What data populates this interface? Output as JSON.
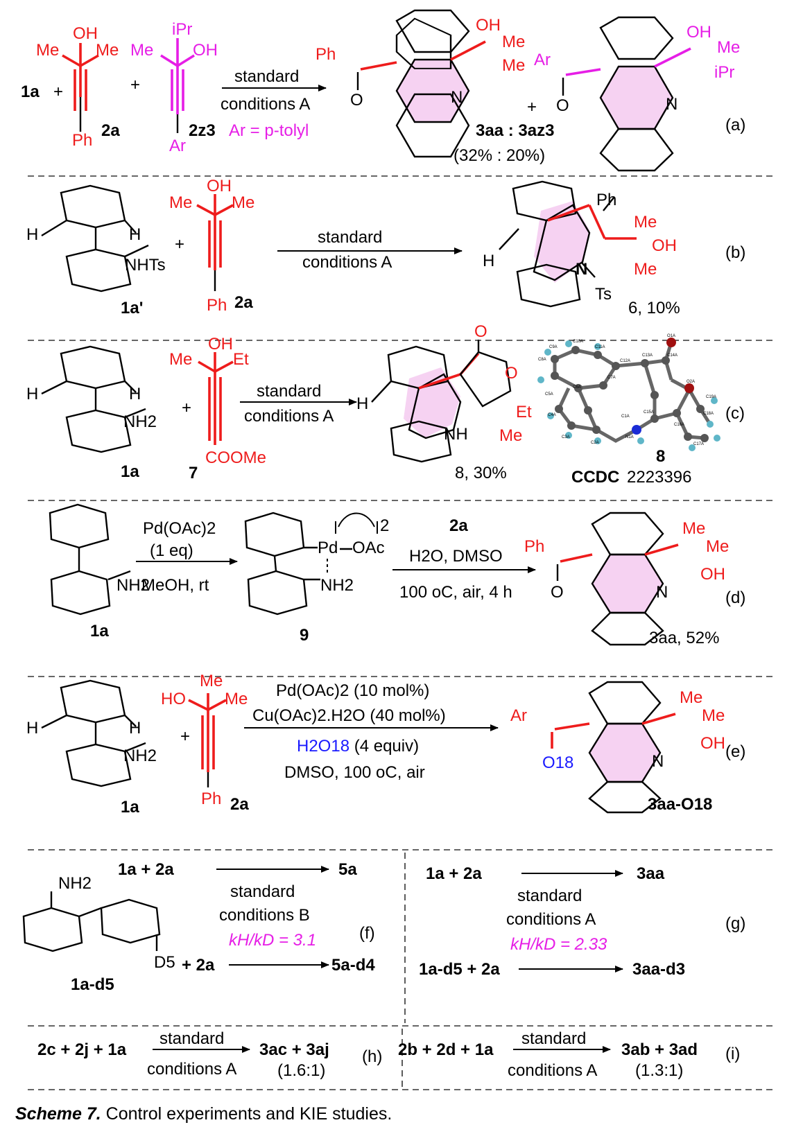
{
  "caption": {
    "label": "Scheme 7.",
    "text": " Control experiments and KIE studies."
  },
  "panels": {
    "a": {
      "tag": "(a)",
      "reactant1": "1a",
      "plus": "+",
      "r2_me1": "Me",
      "r2_oh": "OH",
      "r2_me2": "Me",
      "r2_ph": "Ph",
      "r2_label": "2a",
      "r3_ipr": "iPr",
      "r3_me": "Me",
      "r3_oh": "OH",
      "r3_ar": "Ar",
      "r3_label": "2z3",
      "arrow_top": "standard",
      "arrow_bottom": "conditions A",
      "note": "Ar = p-tolyl",
      "p1_ph": "Ph",
      "p1_o": "O",
      "p1_n": "N",
      "p1_oh": "OH",
      "p1_me1": "Me",
      "p1_me2": "Me",
      "p2_ar": "Ar",
      "p2_o": "O",
      "p2_n": "N",
      "p2_oh": "OH",
      "p2_me": "Me",
      "p2_ipr": "iPr",
      "ratio_labels": "3aa : 3az3",
      "ratio_values": "(32% : 20%)"
    },
    "b": {
      "tag": "(b)",
      "h1": "H",
      "h2": "H",
      "nhts": "NHTs",
      "reactant_label": "1a'",
      "r_me1": "Me",
      "r_oh": "OH",
      "r_me2": "Me",
      "r_ph": "Ph",
      "r_label": "2a",
      "arrow_top": "standard",
      "arrow_bottom": "conditions A",
      "p_h": "H",
      "p_ph": "Ph",
      "p_me1": "Me",
      "p_oh": "OH",
      "p_me2": "Me",
      "p_n": "N",
      "p_ts": "Ts",
      "product": "6, 10%"
    },
    "c": {
      "tag": "(c)",
      "h1": "H",
      "h2": "H",
      "nh2": "NH2",
      "reactant_label": "1a",
      "r_me": "Me",
      "r_oh": "OH",
      "r_et": "Et",
      "r_coome": "COOMe",
      "r_label": "7",
      "arrow_top": "standard",
      "arrow_bottom": "conditions A",
      "p_h": "H",
      "p_o1": "O",
      "p_o2": "O",
      "p_et": "Et",
      "p_me": "Me",
      "p_nh": "NH",
      "product": "8, 30%",
      "xray_label": "8",
      "ccdc": "CCDC",
      "ccdc_number": "2223396",
      "atoms": [
        "C9A",
        "C10A",
        "C11A",
        "C8A",
        "C7A",
        "C12A",
        "C13A",
        "O1A",
        "C14A",
        "O2A",
        "C19A",
        "C5A",
        "C6A",
        "C4A",
        "C3A",
        "C2A",
        "C1A",
        "N1A",
        "C15A",
        "C16A",
        "C18A",
        "C17A"
      ]
    },
    "d": {
      "tag": "(d)",
      "nh2": "NH2",
      "reactant_label": "1a",
      "arrow1_top": "Pd(OAc)2",
      "arrow1_mid": "(1 eq)",
      "arrow1_bottom": "MeOH, rt",
      "int_pd": "Pd",
      "int_oac": "OAc",
      "int_two": "2",
      "int_nh2": "NH2",
      "int_label": "9",
      "arrow2_top": "2a",
      "arrow2_mid": "H2O, DMSO",
      "arrow2_bottom": "100 oC, air, 4 h",
      "p_ph": "Ph",
      "p_o": "O",
      "p_n": "N",
      "p_me1": "Me",
      "p_me2": "Me",
      "p_oh": "OH",
      "product": "3aa, 52%"
    },
    "e": {
      "tag": "(e)",
      "h1": "H",
      "h2": "H",
      "nh2": "NH2",
      "reactant_label": "1a",
      "r_ho": "HO",
      "r_me1": "Me",
      "r_me2": "Me",
      "r_ph": "Ph",
      "r_label": "2a",
      "cond1": "Pd(OAc)2 (10 mol%)",
      "cond2": "Cu(OAc)2.H2O (40 mol%)",
      "cond3_blue": "H2O18",
      "cond3_rest": " (4 equiv)",
      "cond4": "DMSO, 100 oC, air",
      "p_ar": "Ar",
      "p_o18": "O18",
      "p_n": "N",
      "p_me1": "Me",
      "p_me2": "Me",
      "p_oh": "OH",
      "product": "3aa-O18"
    },
    "f": {
      "tag": "(f)",
      "eq1_left": "1a + 2a",
      "eq1_right": "5a",
      "cond_top": "standard",
      "cond_bottom": "conditions B",
      "kie": "kH/kD = 3.1",
      "nh2": "NH2",
      "d5": "D5",
      "reactant_label": "1a-d5",
      "plus2a": "+  2a",
      "eq2_right": "5a-d4"
    },
    "g": {
      "tag": "(g)",
      "eq1_left": "1a + 2a",
      "eq1_right": "3aa",
      "cond_top": "standard",
      "cond_bottom": "conditions A",
      "kie": "kH/kD = 2.33",
      "eq2_left": "1a-d5 + 2a",
      "eq2_right": "3aa-d3"
    },
    "h": {
      "tag": "(h)",
      "left": "2c + 2j + 1a",
      "right": "3ac + 3aj",
      "cond_top": "standard",
      "cond_bottom": "conditions A",
      "ratio": "(1.6:1)"
    },
    "i": {
      "tag": "(i)",
      "left": "2b + 2d + 1a",
      "right": "3ab + 3ad",
      "cond_top": "standard",
      "cond_bottom": "conditions A",
      "ratio": "(1.3:1)"
    }
  }
}
